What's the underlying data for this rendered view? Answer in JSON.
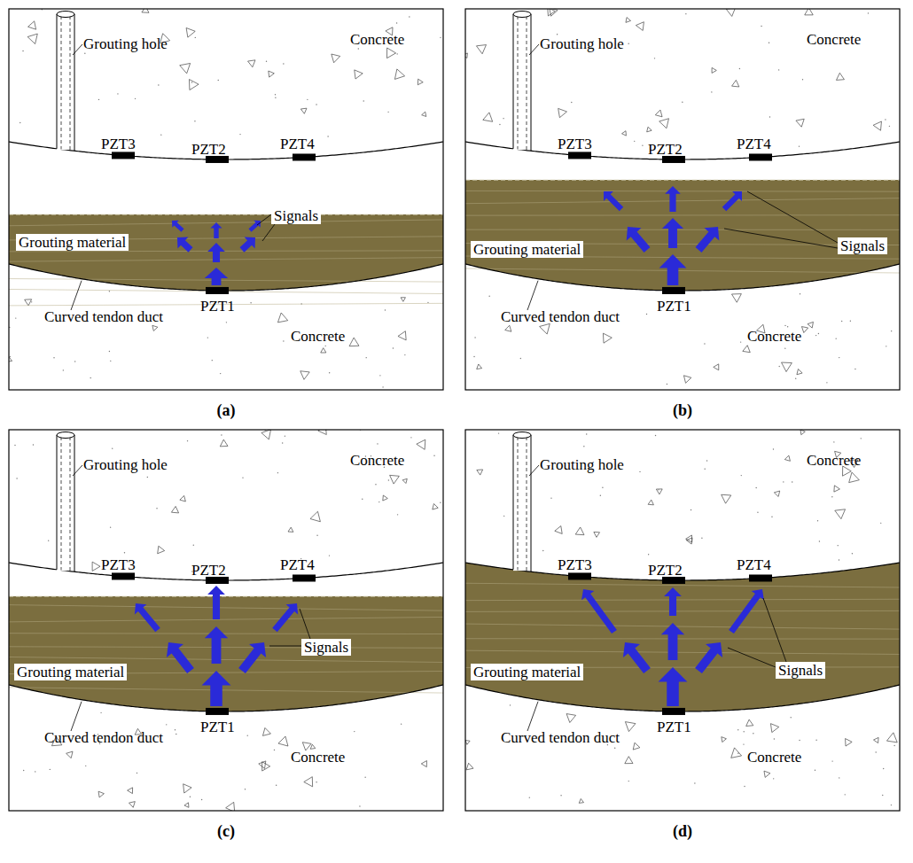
{
  "diagram": {
    "labels": [
      "Grouting hole",
      "Concrete",
      "PZT3",
      "PZT2",
      "PZT4",
      "Grouting material",
      "Signals",
      "PZT1",
      "Curved tendon duct",
      "Concrete",
      "(a)",
      "Grouting hole",
      "Concrete",
      "PZT3",
      "PZT2",
      "PZT4",
      "Grouting material",
      "Signals",
      "PZT1",
      "Curved tendon duct",
      "Concrete",
      "(b)",
      "Grouting hole",
      "Concrete",
      "PZT3",
      "PZT2",
      "PZT4",
      "Grouting material",
      "Signals",
      "PZT1",
      "Curved tendon duct",
      "Concrete",
      "(c)",
      "Grouting hole",
      "Concrete",
      "PZT3",
      "PZT2",
      "PZT4",
      "Grouting material",
      "Signals",
      "PZT1",
      "Curved tendon duct",
      "Concrete",
      "(d)"
    ]
  }
}
